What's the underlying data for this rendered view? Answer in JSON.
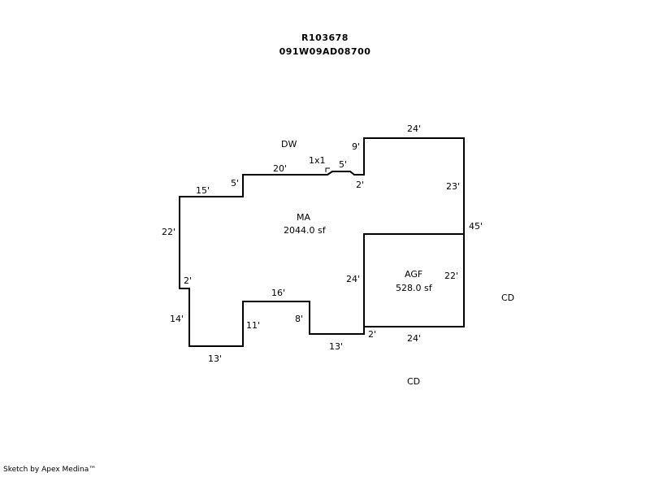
{
  "header": {
    "record_id": "R103678",
    "parcel_number": "091W09AD08700"
  },
  "footer": {
    "credit": "Sketch by Apex Medina™"
  },
  "areas": {
    "ma_label": "MA",
    "ma_area": "2044.0 sf",
    "agf_label": "AGF",
    "agf_area": "528.0 sf",
    "dw_label": "DW",
    "cd_label_right": "CD",
    "cd_label_bottom": "CD",
    "small_box_label": "1x1"
  },
  "dimensions": {
    "top_24": "24'",
    "right_23": "23'",
    "right_45": "45'",
    "agf_right_22": "22'",
    "agf_bottom_24": "24'",
    "agf_left_24": "24'",
    "step_2_bottom": "2'",
    "bottom_13_right": "13'",
    "notch_8": "8'",
    "notch_16": "16'",
    "notch_11": "11'",
    "bottom_13_left": "13'",
    "left_14": "14'",
    "left_2": "2'",
    "left_22": "22'",
    "top_15": "15'",
    "step_5_left": "5'",
    "top_20": "20'",
    "top_5": "5'",
    "step_2_top": "2'",
    "top_9": "9'"
  }
}
